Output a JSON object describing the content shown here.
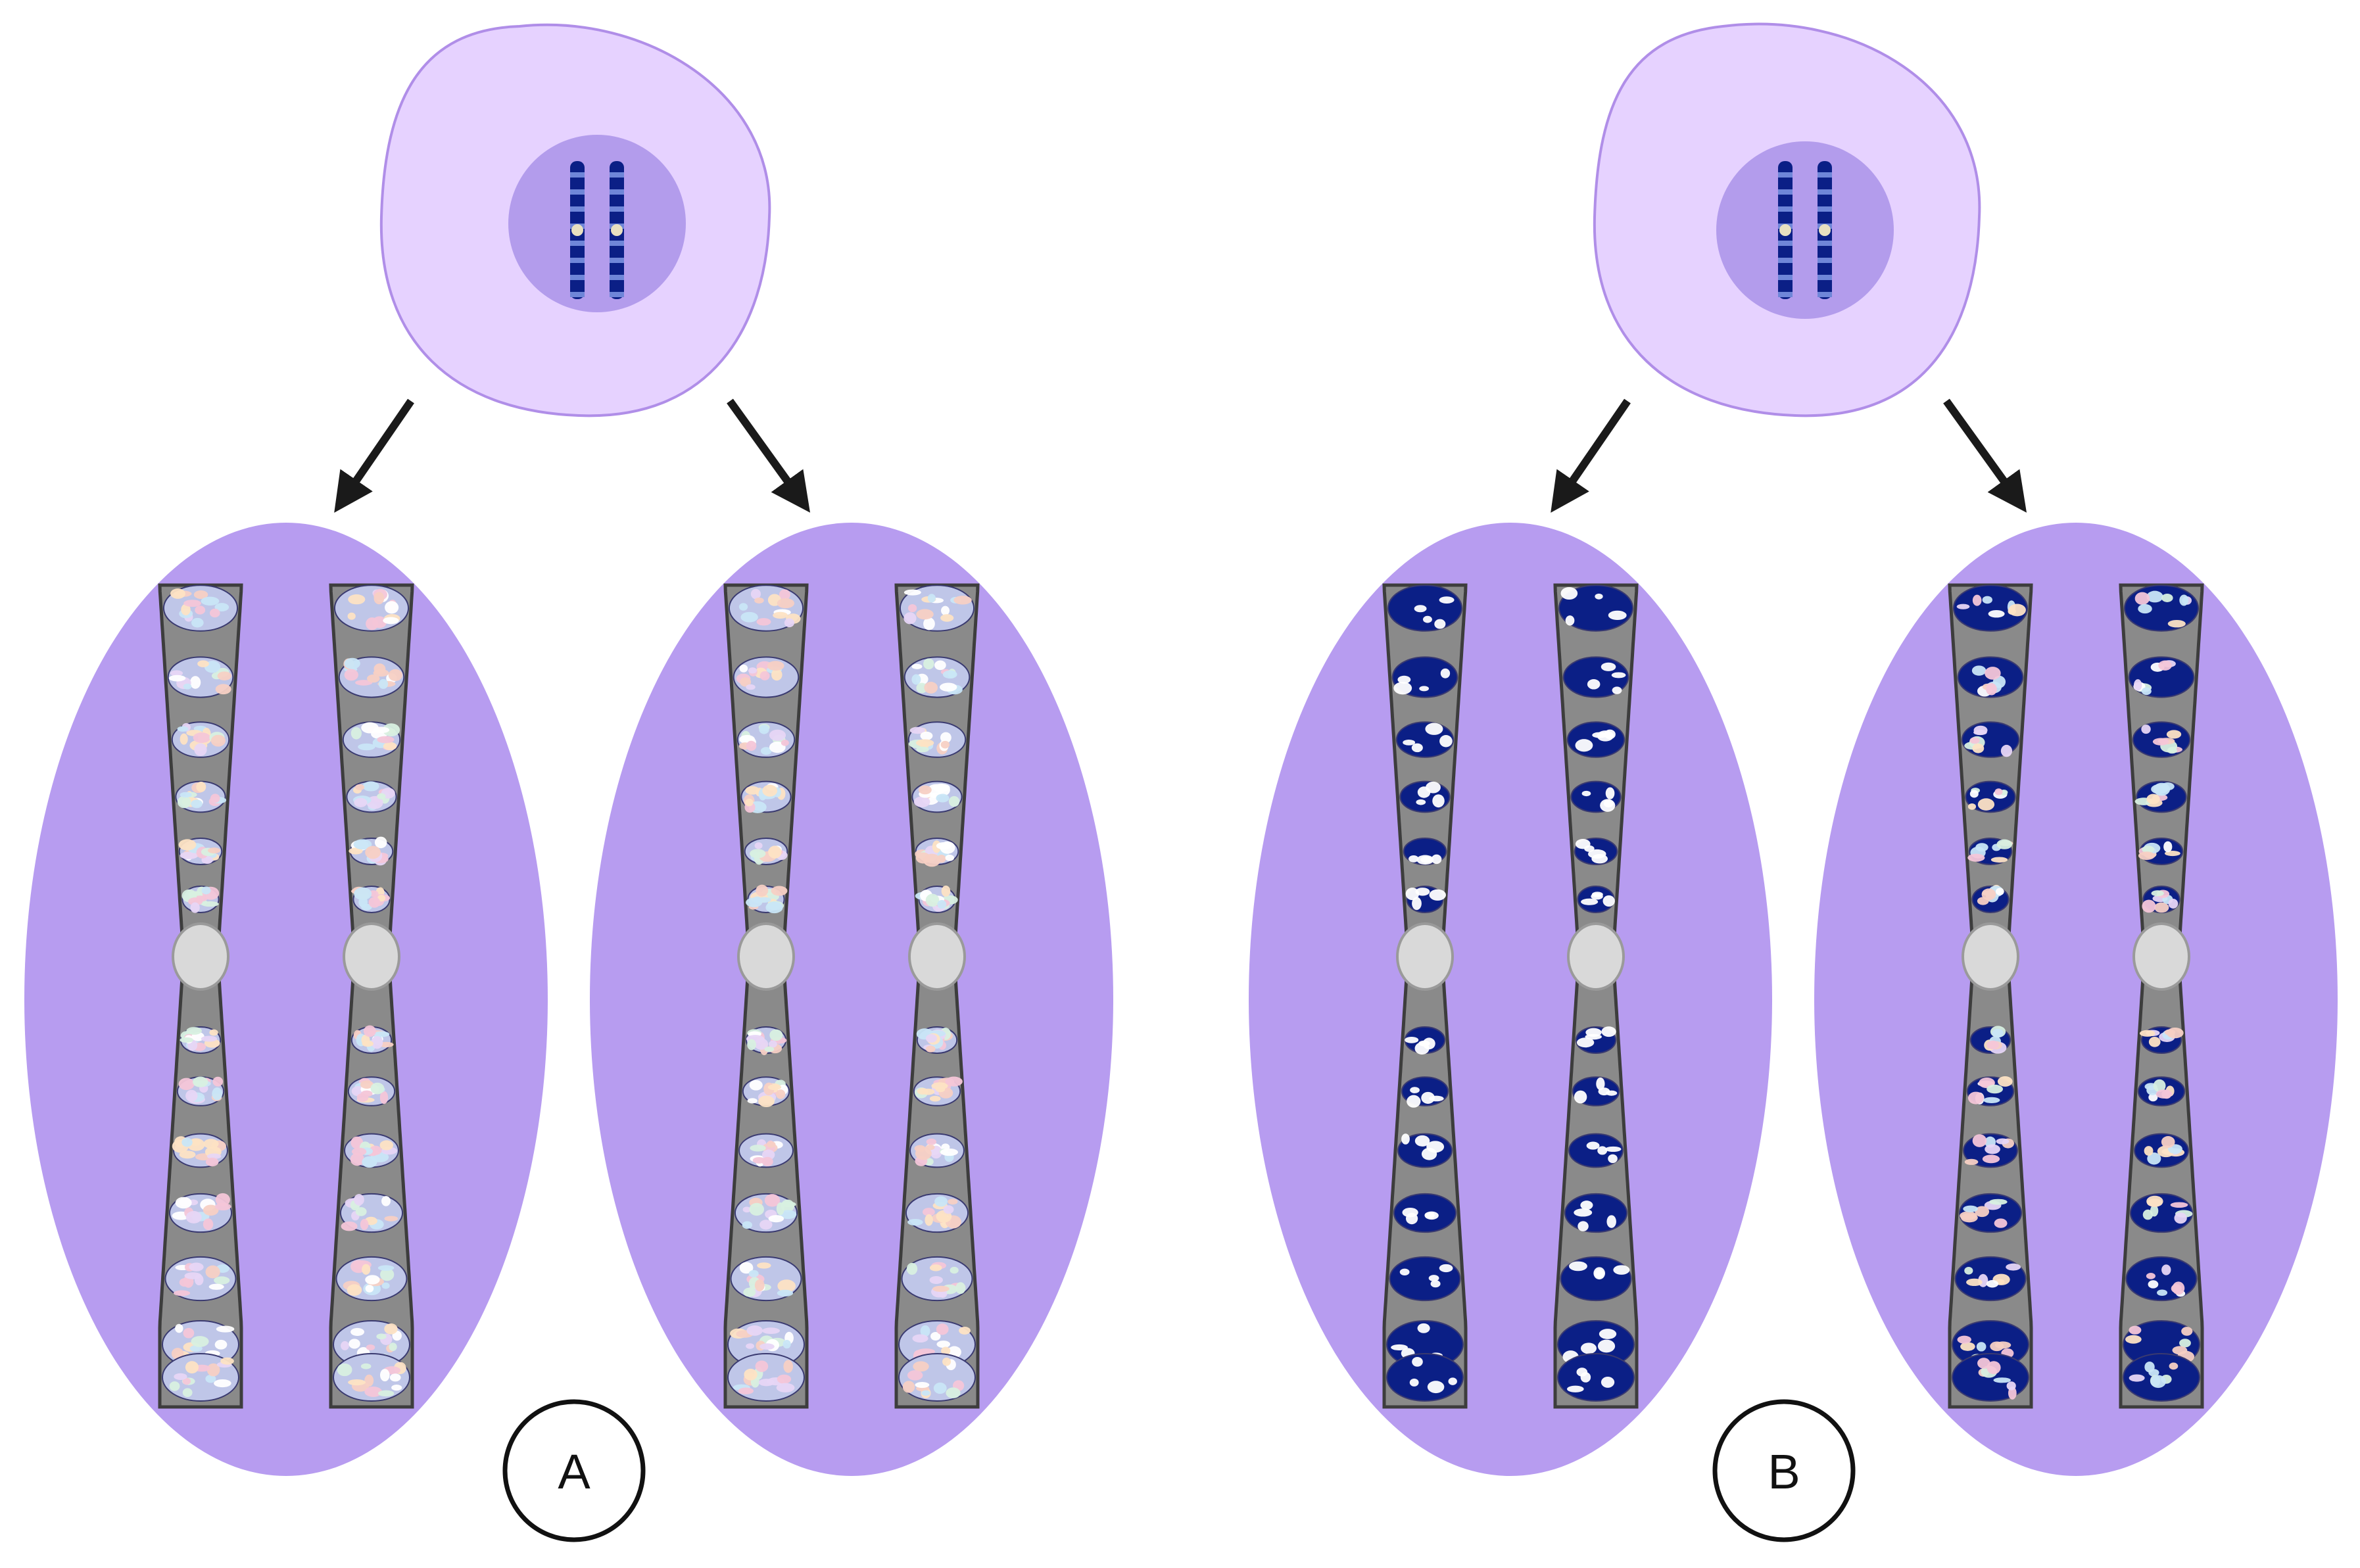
{
  "panels": [
    {
      "label": "A",
      "band_style": "pastel",
      "parent_chromosome_style": "banded",
      "daughter_count": 2
    },
    {
      "label": "B",
      "band_style": "mixed",
      "daughter_styles": [
        "dark",
        "pastel-on-dark"
      ],
      "daughter_count": 2
    }
  ],
  "colors": {
    "background": "#ffffff",
    "cell_membrane": "#e6d2ff",
    "cell_border": "#b08ee8",
    "nucleus": "#b39cec",
    "daughter_cell": "#b79cf0",
    "chromosome_body": "#8a8a8a",
    "chromosome_outline": "#3d3d3d",
    "centromere": "#d9d9d9",
    "dark_band": "#0b1f86",
    "arrow": "#1a1a1a"
  }
}
